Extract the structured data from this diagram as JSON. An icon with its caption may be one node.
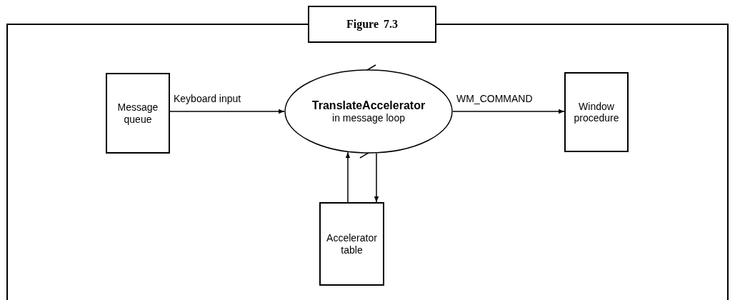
{
  "diagram": {
    "title": "Figure 7.3",
    "nodes": [
      {
        "text": [
          "Message queue"
        ]
      },
      {
        "text": [
          "TranslateAccelerator",
          "in message loop"
        ]
      },
      {
        "text": [
          "Window procedure"
        ]
      },
      {
        "text": [
          "Accelerator table"
        ]
      }
    ],
    "edges": [
      {
        "from": 0,
        "to": 1,
        "arrow": "to",
        "label": "Keyboard input"
      },
      {
        "from": 1,
        "to": 2,
        "arrow": "to",
        "label": "WM_COMMAND"
      },
      {
        "from": 3,
        "to": 1,
        "arrow": "to"
      },
      {
        "from": 1,
        "to": 3,
        "arrow": "to"
      }
    ]
  }
}
